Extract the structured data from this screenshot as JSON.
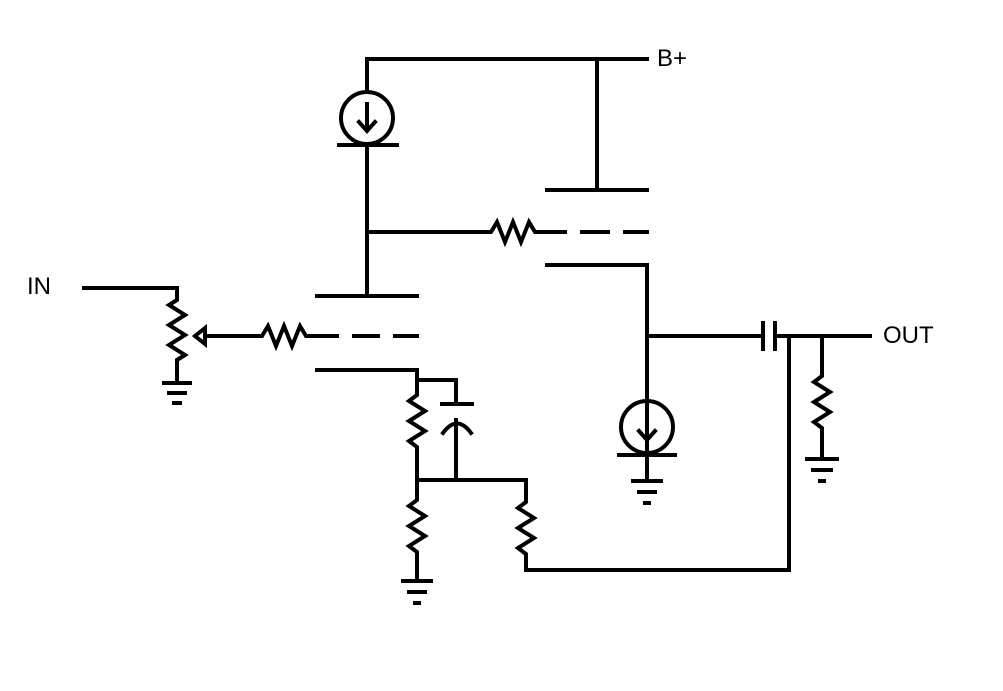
{
  "labels": {
    "input": "IN",
    "output": "OUT",
    "supply": "B+"
  },
  "colors": {
    "background": "#ffffff",
    "ink": "#000000"
  }
}
